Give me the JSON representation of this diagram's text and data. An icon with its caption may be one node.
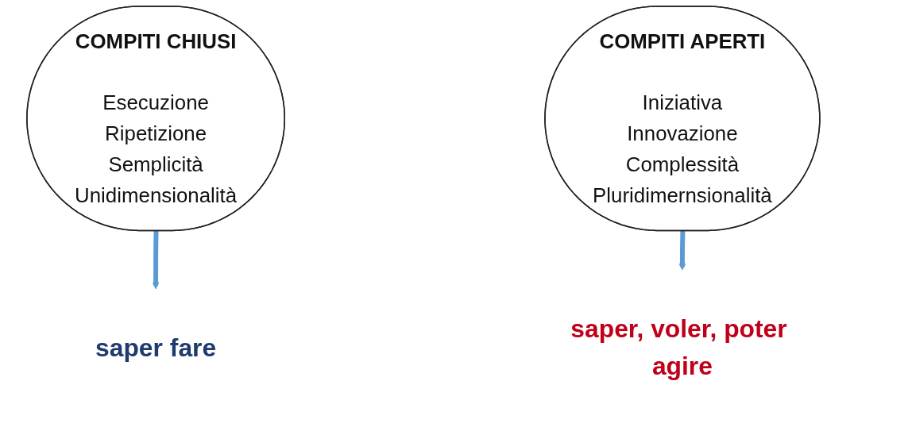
{
  "diagram": {
    "nodes": [
      {
        "text": [
          "COMPITI CHIUSI",
          "Esecuzione Ripetizione Semplicità Unidimensionalità"
        ]
      },
      {
        "text": [
          "saper fare"
        ]
      },
      {
        "text": [
          "COMPITI APERTI",
          "Iniziativa Innovazione Complessità Pluridimernsionalità"
        ]
      },
      {
        "text": [
          "saper, voler, poter agire"
        ]
      }
    ],
    "edges": [
      {
        "from": 0,
        "to": 1,
        "arrow": "to"
      },
      {
        "from": 2,
        "to": 3,
        "arrow": "to"
      }
    ]
  }
}
